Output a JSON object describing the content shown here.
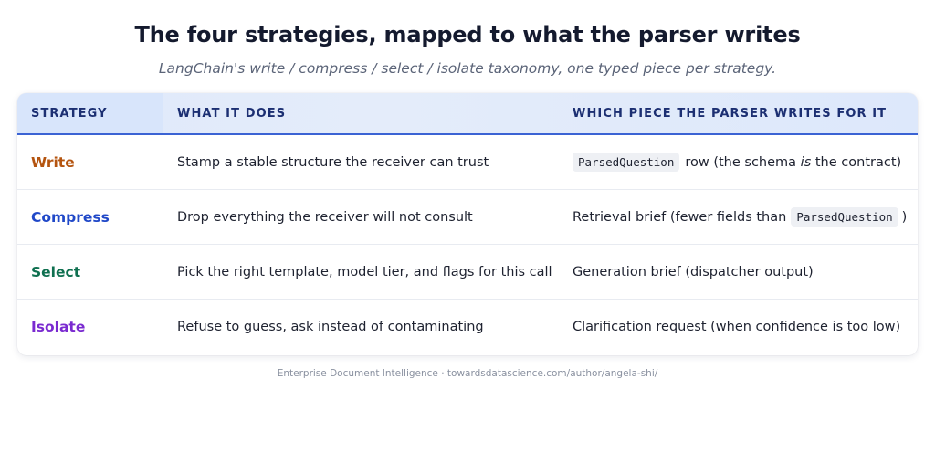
{
  "header": {
    "title": "The four strategies, mapped to what the parser writes",
    "subtitle": "LangChain's write / compress / select / isolate taxonomy, one typed piece per strategy."
  },
  "table": {
    "columns": [
      "STRATEGY",
      "WHAT IT DOES",
      "WHICH PIECE THE PARSER WRITES FOR IT"
    ],
    "rows": [
      {
        "strategy": "Write",
        "color": "#b4540f",
        "does": "Stamp a stable structure the receiver can trust",
        "piece": {
          "code": "ParsedQuestion",
          "text_a": "row (the schema ",
          "emphasis": "is",
          "text_b": " the contract)"
        }
      },
      {
        "strategy": "Compress",
        "color": "#2048c8",
        "does": "Drop everything the receiver will not consult",
        "piece": {
          "text_a": "Retrieval brief (fewer fields than",
          "code": "ParsedQuestion",
          "text_b": ")"
        }
      },
      {
        "strategy": "Select",
        "color": "#0f7050",
        "does": "Pick the right template, model tier, and flags for this call",
        "piece": {
          "text": "Generation brief (dispatcher output)"
        }
      },
      {
        "strategy": "Isolate",
        "color": "#7a2ad0",
        "does": "Refuse to guess, ask instead of contaminating",
        "piece": {
          "text": "Clarification request (when confidence is too low)"
        }
      }
    ]
  },
  "footer": "Enterprise Document Intelligence · towardsdatascience.com/author/angela-shi/"
}
